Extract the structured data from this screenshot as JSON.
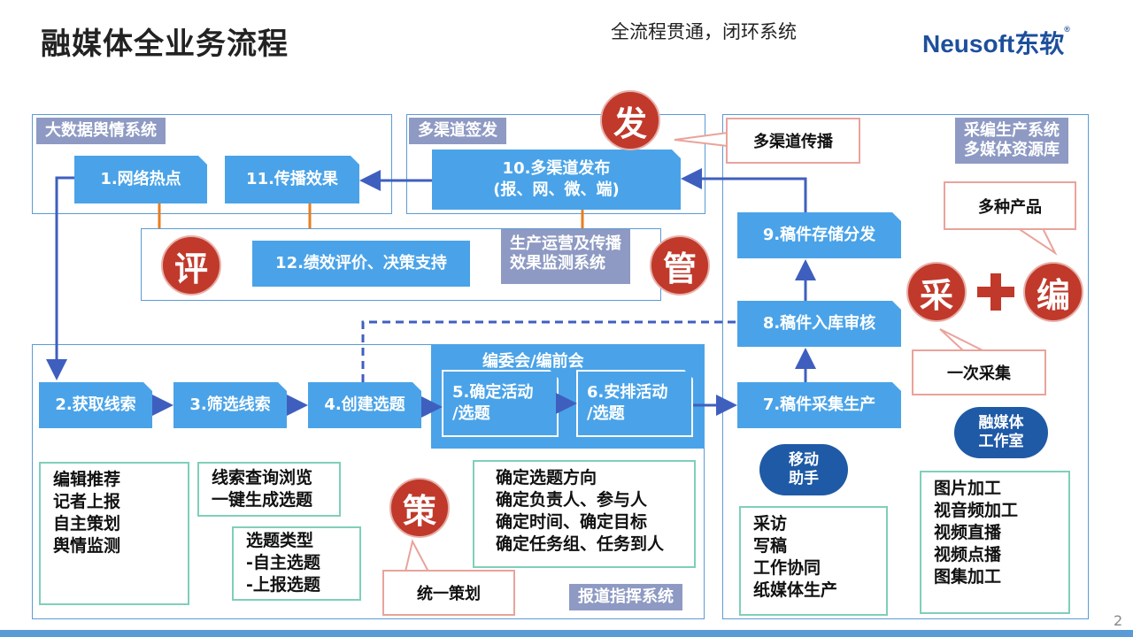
{
  "header": {
    "title": "融媒体全业务流程",
    "subtitle": "全流程贯通，闭环系统",
    "logo": "Neusoft东软",
    "logo_mark": "®"
  },
  "regions": {
    "big_data": "大数据舆情系统",
    "multi_channel": "多渠道签发",
    "production_l1": "采编生产系统",
    "production_l2": "多媒体资源库",
    "reporting": "报道指挥系统",
    "monitor_l1": "生产运营及传播",
    "monitor_l2": "效果监测系统",
    "editorial": "编委会/编前会"
  },
  "boxes": {
    "b1": "1.网络热点",
    "b11": "11.传播效果",
    "b10_l1": "10.多渠道发布",
    "b10_l2": "(报、网、微、端)",
    "b12": "12.绩效评价、决策支持",
    "b9": "9.稿件存储分发",
    "b8": "8.稿件入库审核",
    "b7": "7.稿件采集生产",
    "b2": "2.获取线索",
    "b3": "3.筛选线索",
    "b4": "4.创建选题",
    "b5_l1": "5.确定活动",
    "b5_l2": "/选题",
    "b6_l1": "6.安排活动",
    "b6_l2": "/选题"
  },
  "circles": {
    "fa": "发",
    "ping": "评",
    "guan": "管",
    "ce": "策",
    "cai": "采",
    "bian": "编"
  },
  "callouts": {
    "spread": "多渠道传播",
    "products": "多种产品",
    "collect": "一次采集",
    "plan": "统一策划"
  },
  "clouds": {
    "mobile_l1": "移动",
    "mobile_l2": "助手",
    "studio_l1": "融媒体",
    "studio_l2": "工作室"
  },
  "notes": {
    "sources": [
      "编辑推荐",
      "记者上报",
      "自主策划",
      "舆情监测"
    ],
    "clues": [
      "线索查询浏览",
      "一键生成选题"
    ],
    "types": [
      "选题类型",
      "-自主选题",
      "-上报选题"
    ],
    "decide": [
      "确定选题方向",
      "确定负责人、参与人",
      "确定时间、确定目标",
      "确定任务组、任务到人"
    ],
    "collect": [
      "采访",
      "写稿",
      "工作协同",
      "纸媒体生产"
    ],
    "process": [
      "图片加工",
      "视音频加工",
      "视频直播",
      "视频点播",
      "图集加工"
    ]
  },
  "page_number": "2",
  "colors": {
    "box": "#4aa3e8",
    "label": "#8e9ac3",
    "circle": "#c0392b",
    "arrow": "#3f5fbf",
    "connector": "#e67e22",
    "note_border": "#7fcfb9",
    "callout_border": "#e9a39b",
    "plus": "#c0392b"
  }
}
